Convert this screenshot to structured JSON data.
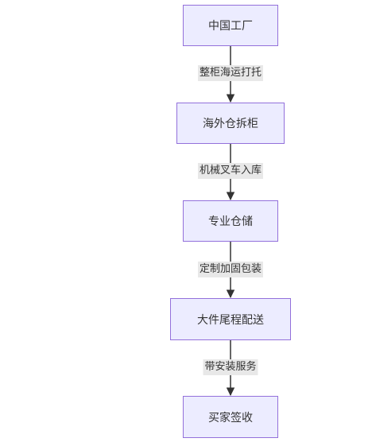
{
  "flow": {
    "nodes": [
      {
        "id": "china-factory",
        "label": "中国工厂"
      },
      {
        "id": "overseas-unpack",
        "label": "海外仓拆柜"
      },
      {
        "id": "storage",
        "label": "专业仓储"
      },
      {
        "id": "last-mile",
        "label": "大件尾程配送"
      },
      {
        "id": "buyer-sign",
        "label": "买家签收"
      }
    ],
    "edges": [
      {
        "from": "china-factory",
        "to": "overseas-unpack",
        "label": "整柜海运打托"
      },
      {
        "from": "overseas-unpack",
        "to": "storage",
        "label": "机械叉车入库"
      },
      {
        "from": "storage",
        "to": "last-mile",
        "label": "定制加固包装"
      },
      {
        "from": "last-mile",
        "to": "buyer-sign",
        "label": "带安装服务"
      }
    ]
  },
  "colors": {
    "node_fill": "#ececff",
    "node_border": "#9370db",
    "edge_line": "#333333",
    "label_bg": "#e8e8e8",
    "text": "#333333"
  }
}
